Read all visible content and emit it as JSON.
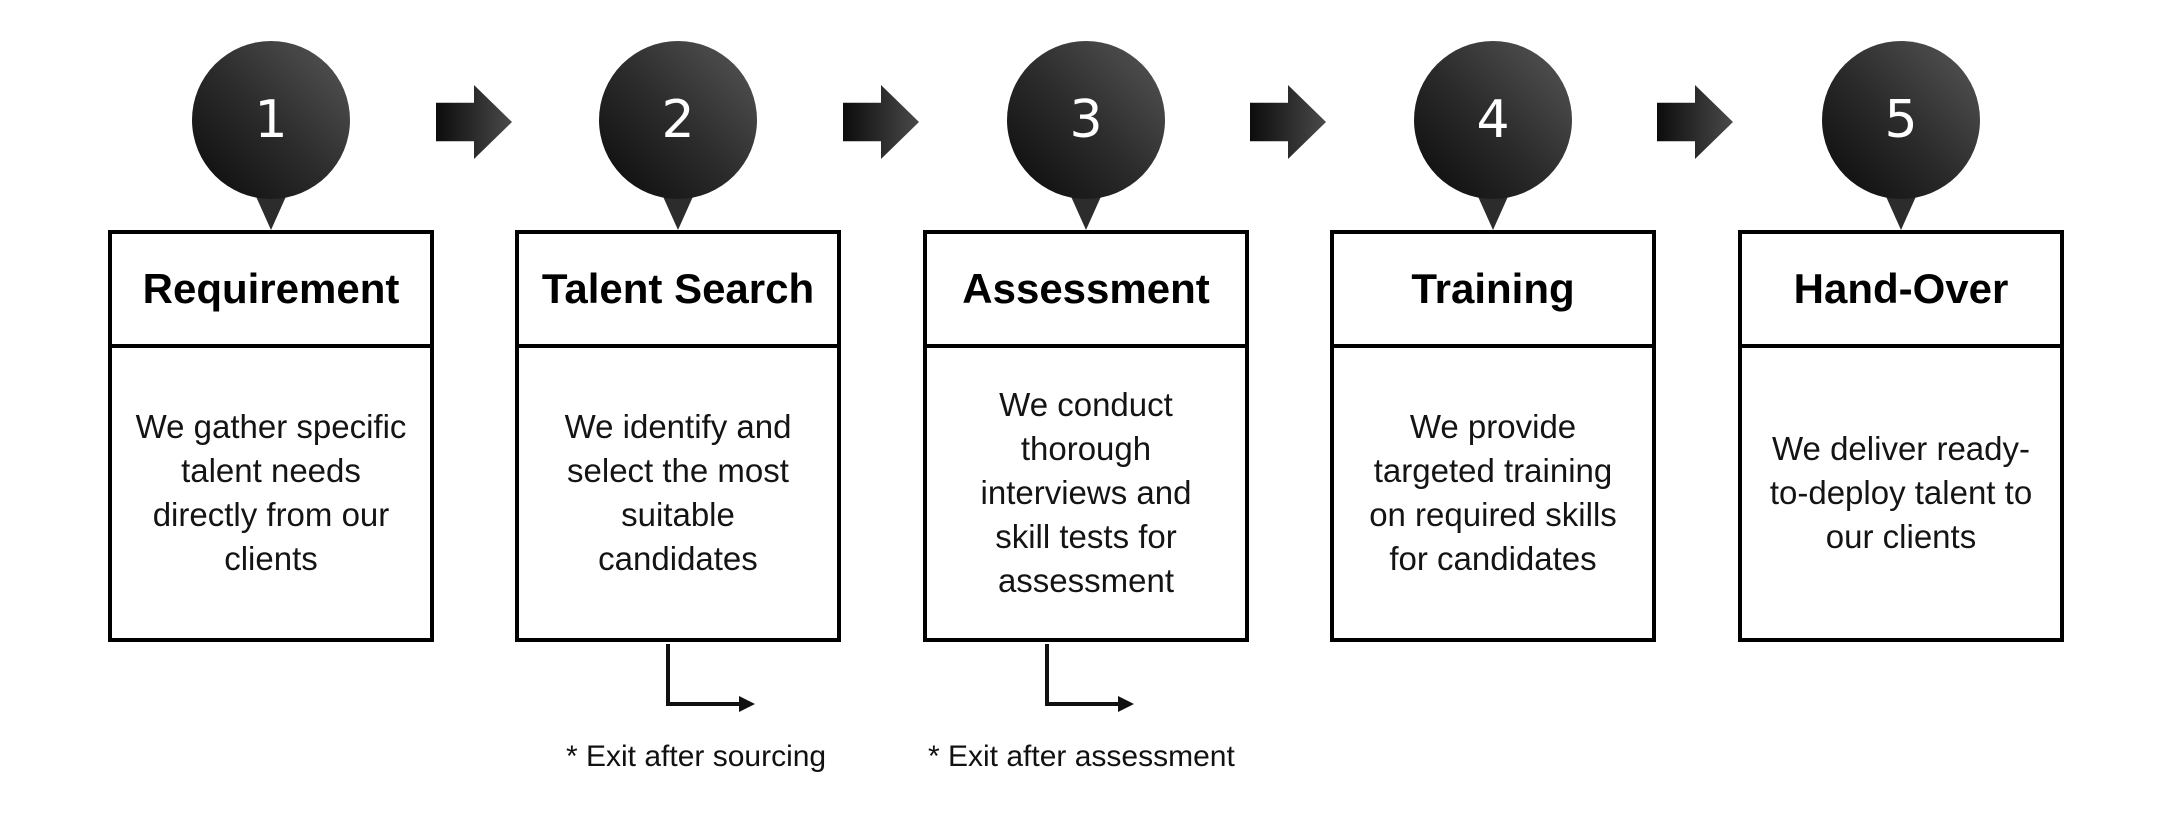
{
  "steps": [
    {
      "number": "1",
      "title": "Requirement",
      "description": "We gather specific\ntalent needs\ndirectly from our\nclients"
    },
    {
      "number": "2",
      "title": "Talent Search",
      "description": "We identify and\nselect the most\nsuitable\ncandidates"
    },
    {
      "number": "3",
      "title": "Assessment",
      "description": "We conduct\nthorough\ninterviews and\nskill tests for\nassessment"
    },
    {
      "number": "4",
      "title": "Training",
      "description": "We provide\ntargeted training\non required skills\nfor candidates"
    },
    {
      "number": "5",
      "title": "Hand-Over",
      "description": "We deliver ready-\nto-deploy talent to\nour clients"
    }
  ],
  "exit_notes": [
    {
      "label": "* Exit after sourcing"
    },
    {
      "label": "* Exit after assessment"
    }
  ],
  "icons": {
    "step_pin": "numbered-circle-pin",
    "flow_arrow": "block-arrow-right",
    "exit_arrow": "elbow-arrow-down-right"
  },
  "colors": {
    "background": "#ffffff",
    "pin_gradient_light": "#585858",
    "pin_gradient_dark": "#0a0a0a",
    "arrow_gradient_dark": "#0c0c0c",
    "arrow_gradient_light": "#4a4a4a",
    "card_border": "#000000",
    "title_text": "#000000",
    "body_text": "#141414",
    "number_text": "#ffffff"
  }
}
